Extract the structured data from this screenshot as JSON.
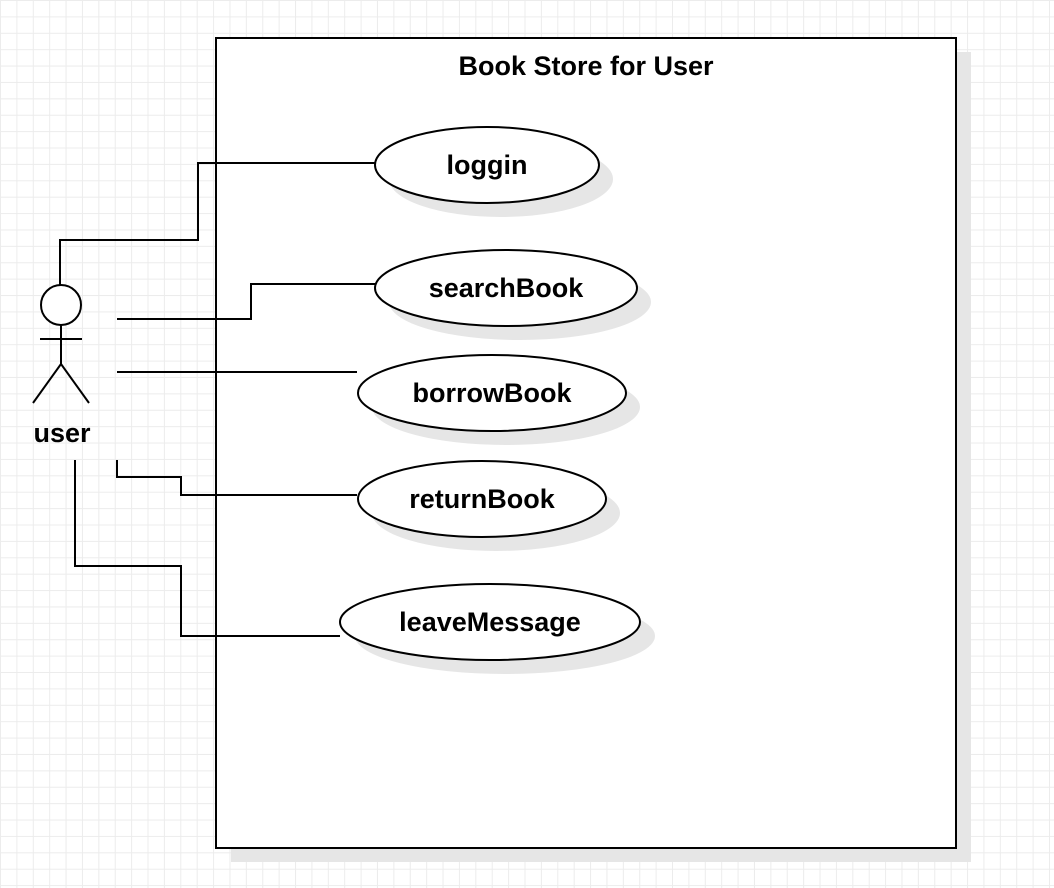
{
  "diagram": {
    "system_title": "Book Store for User",
    "actor": {
      "name": "user"
    },
    "use_cases": [
      {
        "id": "loggin",
        "label": "loggin"
      },
      {
        "id": "searchBook",
        "label": "searchBook"
      },
      {
        "id": "borrowBook",
        "label": "borrowBook"
      },
      {
        "id": "returnBook",
        "label": "returnBook"
      },
      {
        "id": "leaveMessage",
        "label": "leaveMessage"
      }
    ],
    "associations": [
      {
        "from": "user",
        "to": "loggin"
      },
      {
        "from": "user",
        "to": "searchBook"
      },
      {
        "from": "user",
        "to": "borrowBook"
      },
      {
        "from": "user",
        "to": "returnBook"
      },
      {
        "from": "user",
        "to": "leaveMessage"
      }
    ]
  },
  "colors": {
    "stroke": "#000000",
    "fill": "#ffffff",
    "shadow": "#e6e6e6",
    "grid": "#ececec"
  }
}
